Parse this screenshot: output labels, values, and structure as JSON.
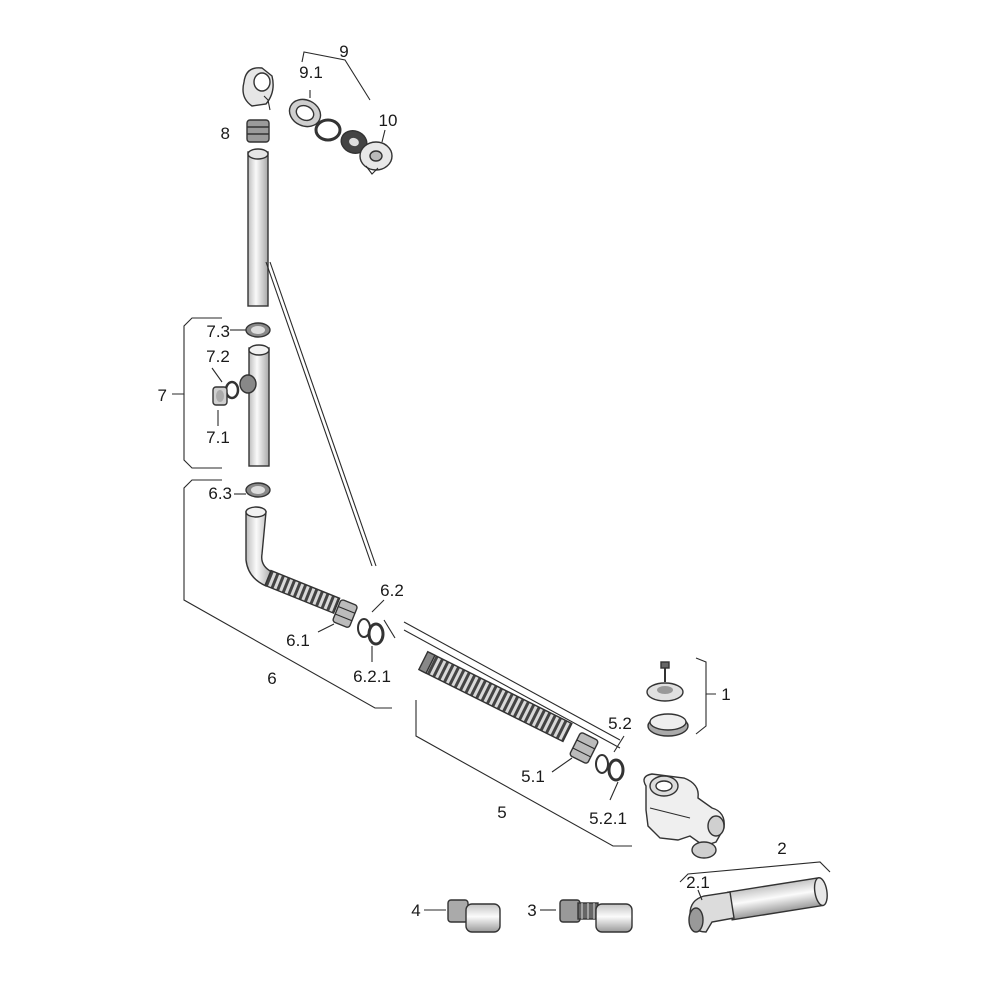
{
  "labels": {
    "l1": "1",
    "l2": "2",
    "l2_1": "2.1",
    "l3": "3",
    "l4": "4",
    "l5": "5",
    "l5_1": "5.1",
    "l5_2": "5.2",
    "l5_2_1": "5.2.1",
    "l6": "6",
    "l6_1": "6.1",
    "l6_2": "6.2",
    "l6_2_1": "6.2.1",
    "l6_3": "6.3",
    "l7": "7",
    "l7_1": "7.1",
    "l7_2": "7.2",
    "l7_3": "7.3",
    "l8": "8",
    "l9": "9",
    "l9_1": "9.1",
    "l10": "10"
  },
  "colors": {
    "line": "#2a2a2a",
    "metal_light": "#f0f0f0",
    "metal_mid": "#c8c8c8",
    "metal_dark": "#555555",
    "pipe_fill": "#f7f7f7"
  }
}
